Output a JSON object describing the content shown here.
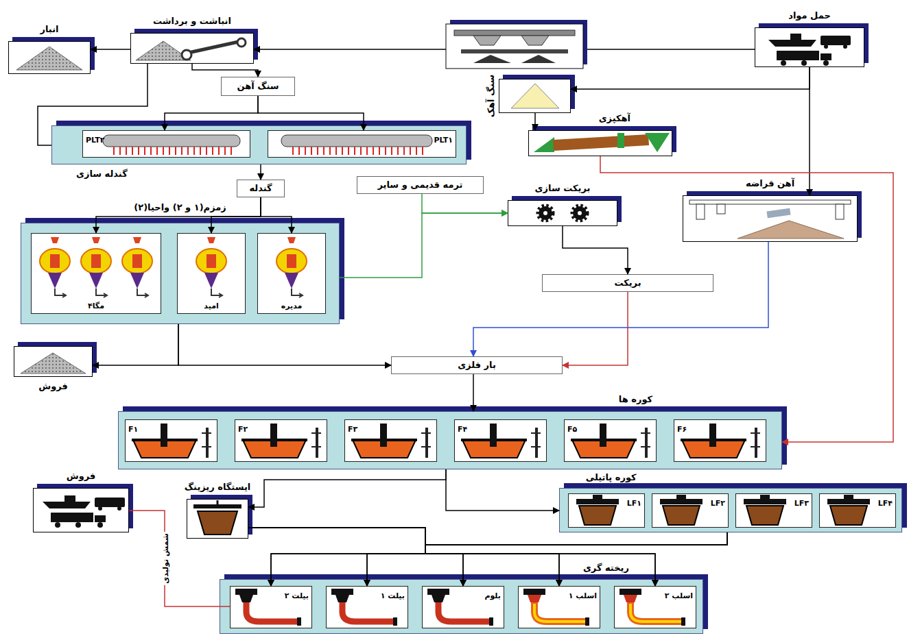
{
  "diagram": {
    "nodes": [
      {
        "text": [
          "حمل مواد"
        ]
      },
      {
        "text": [
          "انباشت و برداشت"
        ]
      },
      {
        "text": [
          "انبار"
        ]
      },
      {
        "text": [
          "سنگ آهک"
        ]
      },
      {
        "text": [
          "آهکپزی"
        ]
      },
      {
        "text": [
          "سنگ آهن"
        ]
      },
      {
        "text": [
          "گندله سازی"
        ]
      },
      {
        "text": [
          "PLT۲"
        ],
        "in": 6
      },
      {
        "text": [
          "PLT۱"
        ],
        "in": 6
      },
      {
        "text": [
          "گندله"
        ]
      },
      {
        "text": [
          "ترمه قدیمی و سایر"
        ]
      },
      {
        "text": [
          "بریکت سازی"
        ]
      },
      {
        "text": [
          "آهن قراضه"
        ]
      },
      {
        "text": [
          "بریکت"
        ]
      },
      {
        "text": [
          "زمزم(۱ و ۲) واحیا(۲)"
        ]
      },
      {
        "text": [
          "مگا۴"
        ],
        "in": 14
      },
      {
        "text": [
          "امید"
        ],
        "in": 14
      },
      {
        "text": [
          "مدیره"
        ],
        "in": 14
      },
      {
        "text": [
          "فروش"
        ]
      },
      {
        "text": [
          "بار فلزی"
        ]
      },
      {
        "text": [
          "کوره ها"
        ]
      },
      {
        "text": [
          "F۱"
        ],
        "in": 20
      },
      {
        "text": [
          "F۲"
        ],
        "in": 20
      },
      {
        "text": [
          "F۳"
        ],
        "in": 20
      },
      {
        "text": [
          "F۴"
        ],
        "in": 20
      },
      {
        "text": [
          "F۵"
        ],
        "in": 20
      },
      {
        "text": [
          "F۶"
        ],
        "in": 20
      },
      {
        "text": [
          "کوره پاتیلی"
        ]
      },
      {
        "text": [
          "LF۱"
        ],
        "in": 27
      },
      {
        "text": [
          "LF۲"
        ],
        "in": 27
      },
      {
        "text": [
          "LF۳"
        ],
        "in": 27
      },
      {
        "text": [
          "LF۴"
        ],
        "in": 27
      },
      {
        "text": [
          "ایستگاه ریزینگ"
        ]
      },
      {
        "text": [
          "فروش"
        ]
      },
      {
        "text": [
          "ریخته گری"
        ]
      },
      {
        "text": [
          "بیلت ۲"
        ],
        "in": 34
      },
      {
        "text": [
          "بیلت ۱"
        ],
        "in": 34
      },
      {
        "text": [
          "بلوم"
        ],
        "in": 34
      },
      {
        "text": [
          "اسلب ۱"
        ],
        "in": 34
      },
      {
        "text": [
          "اسلب ۲"
        ],
        "in": 34
      }
    ],
    "edges": [
      {
        "from": 0,
        "to": 1,
        "arrow": "to"
      },
      {
        "from": 1,
        "to": 2,
        "arrow": "to"
      },
      {
        "from": 0,
        "to": 3,
        "arrow": "to"
      },
      {
        "from": 3,
        "to": 4,
        "arrow": "to"
      },
      {
        "from": 0,
        "to": 12,
        "arrow": "to"
      },
      {
        "from": 1,
        "to": 5,
        "arrow": "to"
      },
      {
        "from": 1,
        "to": 6,
        "arrow": "none"
      },
      {
        "from": 5,
        "to": 7,
        "arrow": "to"
      },
      {
        "from": 5,
        "to": 8,
        "arrow": "to"
      },
      {
        "from": 6,
        "to": 9,
        "arrow": "to"
      },
      {
        "from": 9,
        "to": 15,
        "arrow": "to"
      },
      {
        "from": 9,
        "to": 16,
        "arrow": "to"
      },
      {
        "from": 9,
        "to": 17,
        "arrow": "to"
      },
      {
        "from": 10,
        "to": 11,
        "arrow": "to"
      },
      {
        "from": 14,
        "to": 11,
        "arrow": "to"
      },
      {
        "from": 11,
        "to": 13,
        "arrow": "to"
      },
      {
        "from": 13,
        "to": 19,
        "arrow": "to"
      },
      {
        "from": 12,
        "to": 19,
        "arrow": "to"
      },
      {
        "from": 14,
        "to": 18,
        "arrow": "to"
      },
      {
        "from": 14,
        "to": 19,
        "arrow": "to"
      },
      {
        "from": 19,
        "to": 20,
        "arrow": "to"
      },
      {
        "from": 4,
        "to": 20,
        "arrow": "to"
      },
      {
        "from": 20,
        "to": 32,
        "arrow": "to"
      },
      {
        "from": 20,
        "to": 27,
        "arrow": "to"
      },
      {
        "from": 32,
        "to": 35,
        "arrow": "to"
      },
      {
        "from": 32,
        "to": 36,
        "arrow": "to"
      },
      {
        "from": 32,
        "to": 37,
        "arrow": "to"
      },
      {
        "from": 32,
        "to": 38,
        "arrow": "to"
      },
      {
        "from": 32,
        "to": 39,
        "arrow": "to"
      },
      {
        "from": 27,
        "to": 35,
        "arrow": "to"
      },
      {
        "from": 27,
        "to": 36,
        "arrow": "to"
      },
      {
        "from": 27,
        "to": 37,
        "arrow": "to"
      },
      {
        "from": 27,
        "to": 38,
        "arrow": "to"
      },
      {
        "from": 27,
        "to": 39,
        "arrow": "to"
      },
      {
        "from": 35,
        "to": 33,
        "label": "شمش تولیدی",
        "arrow": "none"
      }
    ]
  }
}
